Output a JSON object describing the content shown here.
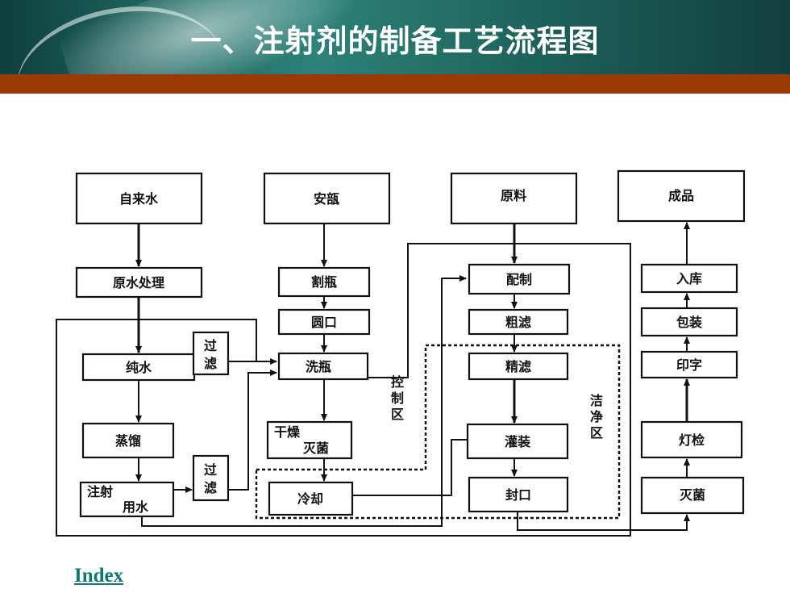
{
  "title": "一、注射剂的制备工艺流程图",
  "nodes": {
    "tap_water": "自来水",
    "raw_water_treatment": "原水处理",
    "pure_water": "纯水",
    "distill": "蒸馏",
    "wfi_1": "注射",
    "wfi_2": "用水",
    "filter_a_1": "过",
    "filter_a_2": "滤",
    "filter_b_1": "过",
    "filter_b_2": "滤",
    "ampoule": "安瓿",
    "cut_bottle": "割瓶",
    "round_mouth": "圆口",
    "wash_bottle": "洗瓶",
    "dry_1": "干燥",
    "dry_2": "灭菌",
    "cool": "冷却",
    "raw_material": "原料",
    "prepare": "配制",
    "coarse_filter": "粗滤",
    "fine_filter": "精滤",
    "fill": "灌装",
    "seal": "封口",
    "product": "成品",
    "store": "入库",
    "package": "包装",
    "print": "印字",
    "light_inspect": "灯检",
    "sterilize": "灭菌"
  },
  "zones": {
    "control_1": "控",
    "control_2": "制",
    "control_3": "区",
    "clean_1": "洁",
    "clean_2": "净",
    "clean_3": "区"
  },
  "index_link": "Index"
}
